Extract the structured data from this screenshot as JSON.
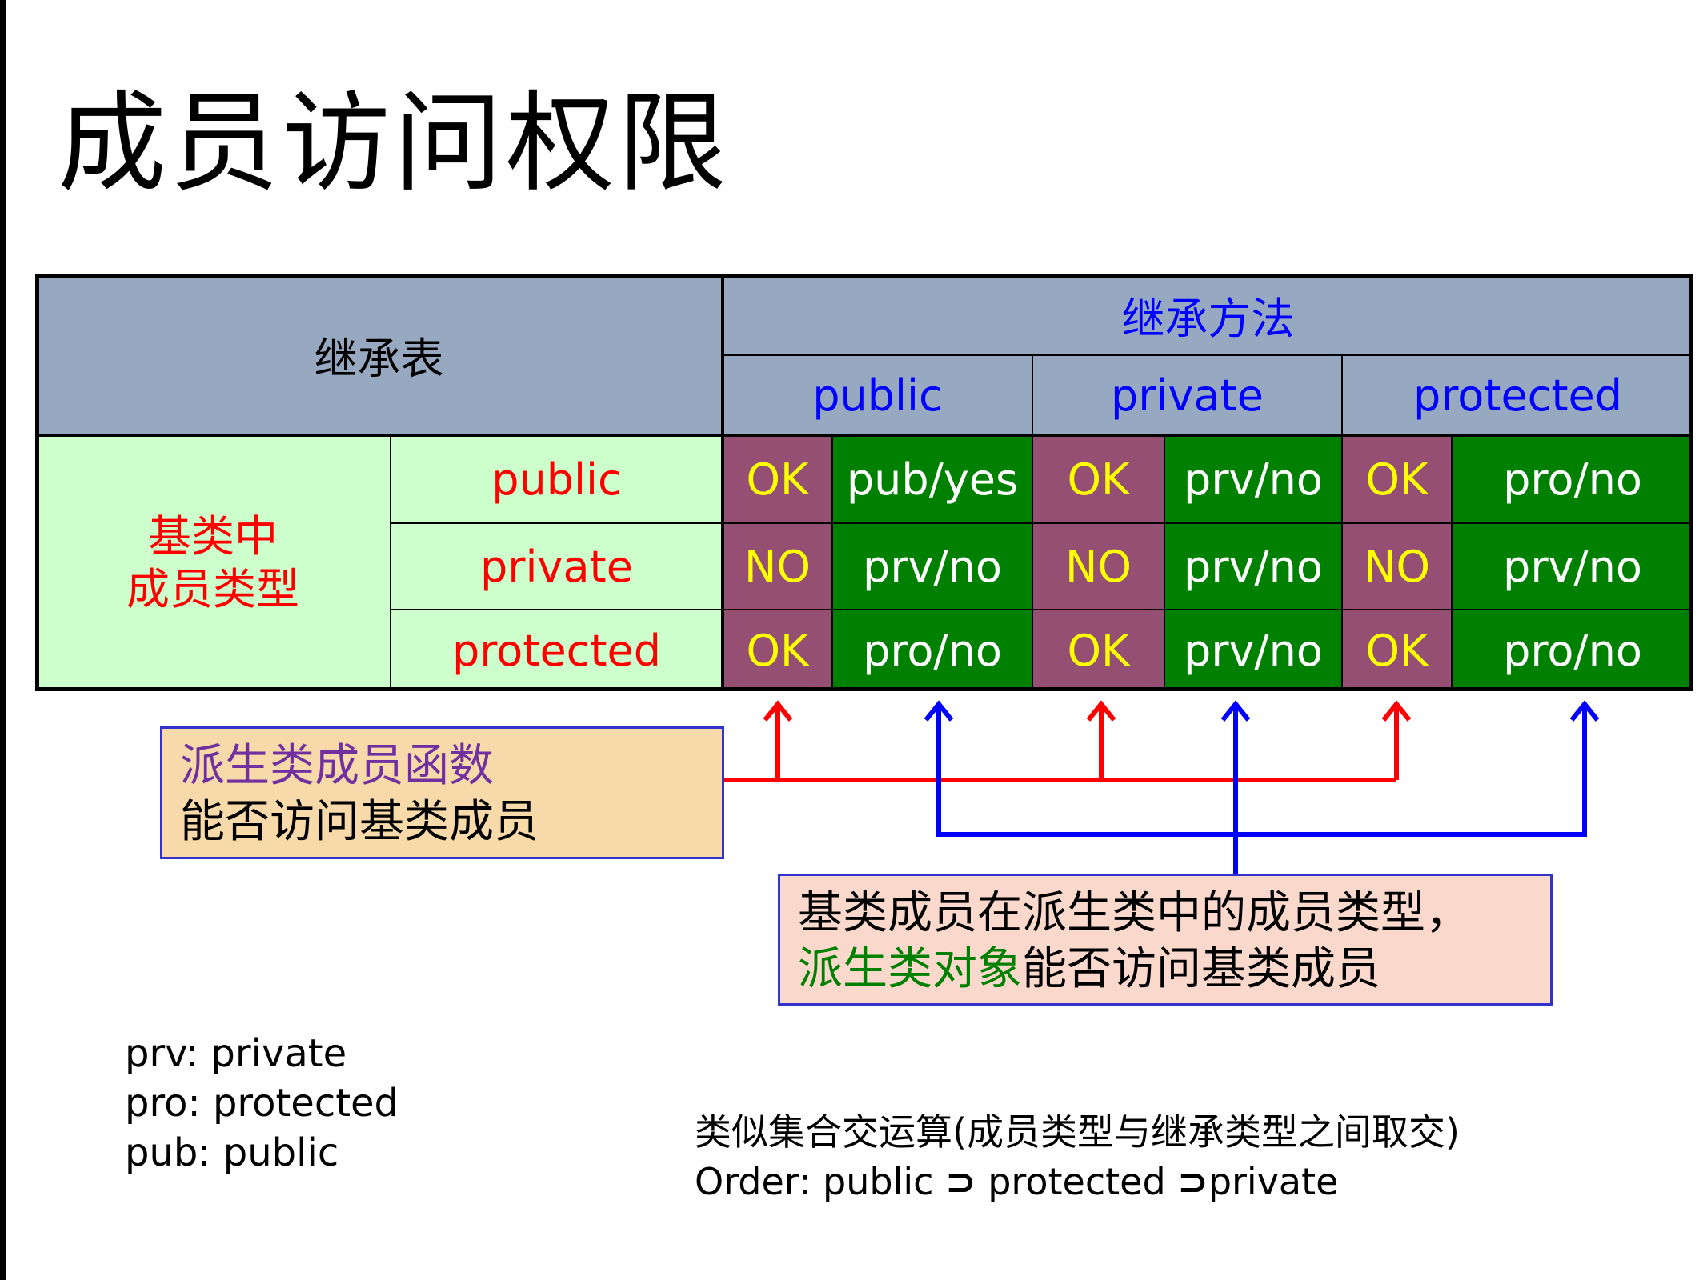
{
  "title": "成员访问权限",
  "table": {
    "corner_label": "继承表",
    "inherit_header": "继承方法",
    "inherit_cols": [
      "public",
      "private",
      "protected"
    ],
    "row_group_label_1": "基类中",
    "row_group_label_2": "成员类型",
    "rows": [
      {
        "member": "public",
        "cells": [
          "OK",
          "pub/yes",
          "OK",
          "prv/no",
          "OK",
          "pro/no"
        ]
      },
      {
        "member": "private",
        "cells": [
          "NO",
          "prv/no",
          "NO",
          "prv/no",
          "NO",
          "prv/no"
        ]
      },
      {
        "member": "protected",
        "cells": [
          "OK",
          "pro/no",
          "OK",
          "prv/no",
          "OK",
          "pro/no"
        ]
      }
    ]
  },
  "callout_left": {
    "line1": "派生类成员函数",
    "line2": "能否访问基类成员"
  },
  "callout_right": {
    "line1": "基类成员在派生类中的成员类型，",
    "line2_green": "派生类对象",
    "line2_rest": "能否访问基类成员"
  },
  "legend": [
    "prv: private",
    "pro: protected",
    "pub: public"
  ],
  "note": {
    "line1": "类似集合交运算(成员类型与继承类型之间取交)",
    "line2_a": "Order: public ",
    "sym1": "⊃",
    "line2_b": " protected  ",
    "sym2": "⊃",
    "line2_c": "private"
  },
  "colors": {
    "header": "#97a9c1",
    "left": "#ccffcc",
    "ok": "#954f72",
    "value": "#008000",
    "arrow_red": "#ff0000",
    "arrow_blue": "#0000ff"
  }
}
